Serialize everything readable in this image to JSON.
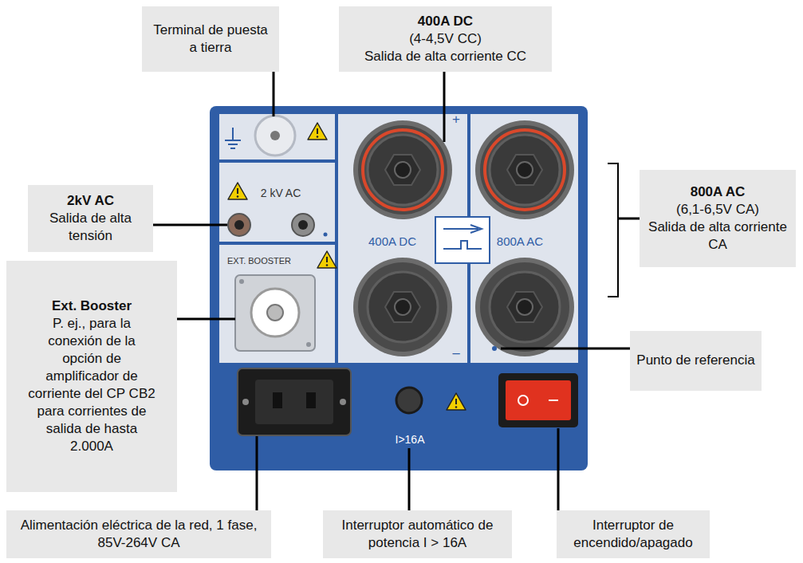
{
  "diagram": {
    "nodes": [
      {
        "text": [
          "Terminal de puesta a tierra"
        ]
      },
      {
        "text": [
          "400A DC",
          "(4-4,5V CC)",
          "Salida de alta corriente CC"
        ]
      },
      {
        "text": [
          "2kV AC",
          "Salida de alta tensión"
        ]
      },
      {
        "text": [
          "800A AC",
          "(6,1-6,5V CA)",
          "Salida de alta corriente CA"
        ]
      },
      {
        "text": [
          "Ext. Booster",
          "P. ej., para la conexión de la opción de amplificador de corriente del CP CB2 para corrientes de salida de hasta 2.000A"
        ]
      },
      {
        "text": [
          "Punto de referencia"
        ]
      },
      {
        "text": [
          "Alimentación eléctrica de la red, 1 fase, 85V-264V CA"
        ]
      },
      {
        "text": [
          "Interruptor automático de potencia I > 16A"
        ]
      },
      {
        "text": [
          "Interruptor de encendido/apagado"
        ]
      }
    ],
    "labels": [
      "2 kV AC",
      "EXT. BOOSTER",
      "400A DC",
      "800A AC",
      "+",
      "−",
      "I>16A"
    ]
  }
}
